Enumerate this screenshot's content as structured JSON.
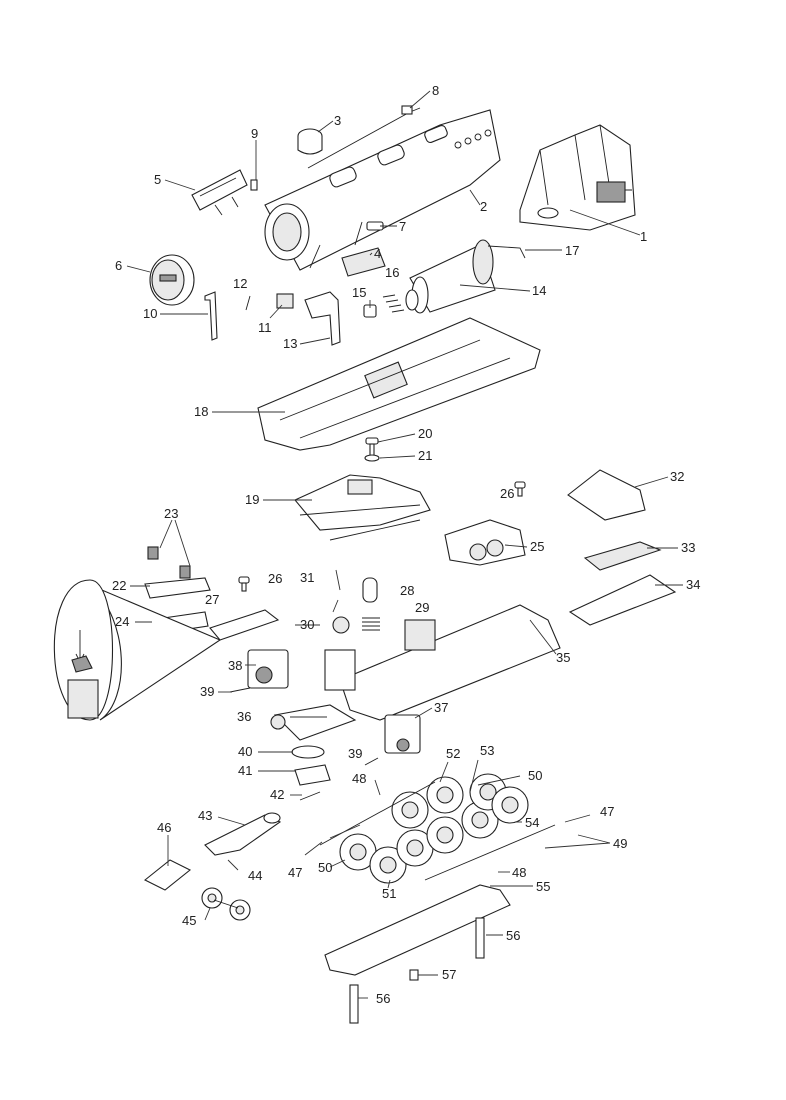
{
  "callouts": [
    "1",
    "2",
    "3",
    "4",
    "5",
    "6",
    "7",
    "8",
    "9",
    "10",
    "11",
    "12",
    "13",
    "14",
    "15",
    "16",
    "17",
    "18",
    "19",
    "20",
    "21",
    "22",
    "23",
    "24",
    "25",
    "26",
    "26",
    "27",
    "28",
    "29",
    "30",
    "31",
    "32",
    "33",
    "34",
    "35",
    "36",
    "37",
    "38",
    "39",
    "39",
    "40",
    "41",
    "42",
    "43",
    "44",
    "45",
    "46",
    "47",
    "47",
    "48",
    "48",
    "49",
    "50",
    "50",
    "51",
    "52",
    "53",
    "54",
    "55",
    "56",
    "56",
    "57"
  ]
}
